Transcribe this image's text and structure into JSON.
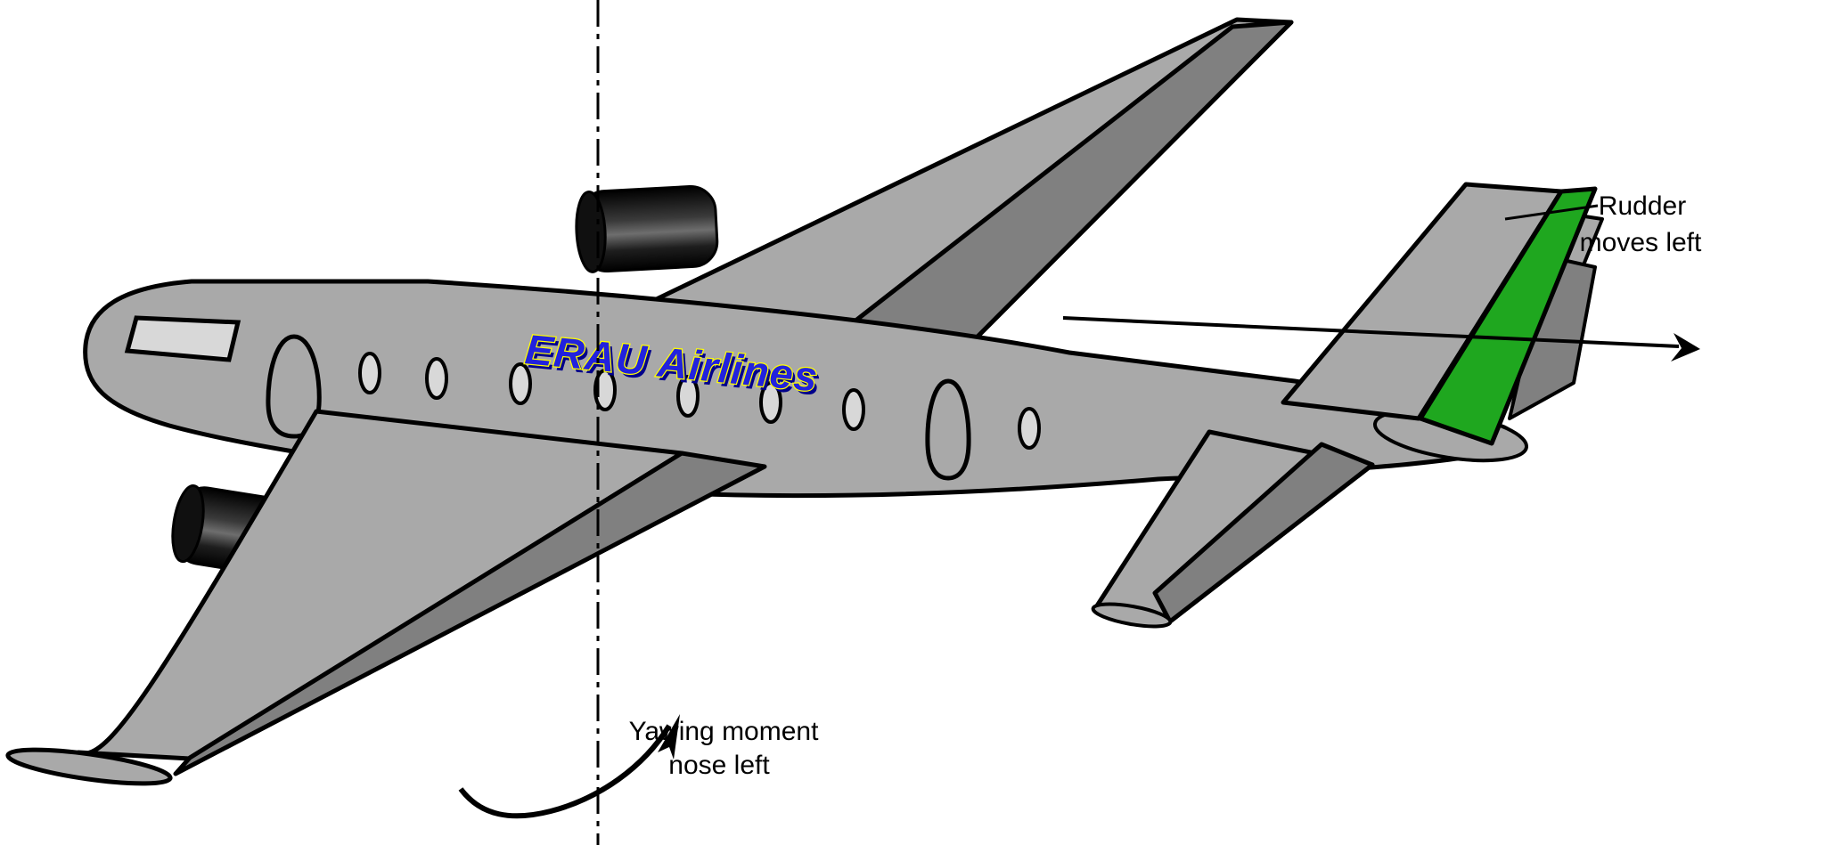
{
  "diagram": {
    "description": "Aircraft yaw control diagram",
    "title_marking": "ERAU Airlines",
    "labels": {
      "rudder": {
        "line1": "Rudder",
        "line2": "moves left"
      },
      "yawing": {
        "line1": "Yawing moment",
        "line2": "nose left"
      }
    },
    "colors": {
      "airframe_gray": "#A9A9A9",
      "shade_gray": "#808080",
      "glass_gray": "#D8D8D8",
      "rudder_green": "#1FA71F",
      "marking_blue": "#2222DD",
      "marking_outline_yellow": "#FFFF00",
      "marking_shadow_navy": "#00008B",
      "engine_black": "#0A0A0A",
      "outline_black": "#000000"
    }
  }
}
